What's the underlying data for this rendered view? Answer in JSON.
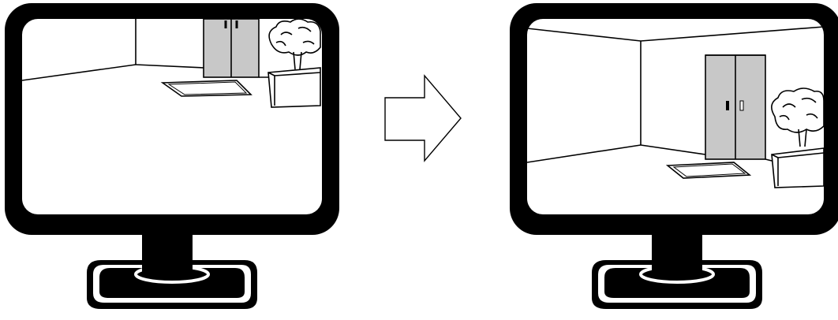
{
  "diagram": {
    "colors": {
      "bezel": "#000000",
      "screen": "#ffffff",
      "line": "#000000",
      "door_fill": "#c8c8c8",
      "background": "#ffffff"
    },
    "monitors": [
      {
        "id": "before",
        "scene": "room-zoomed-in"
      },
      {
        "id": "after",
        "scene": "room-zoomed-out"
      }
    ],
    "arrow": {
      "direction": "right",
      "icon": "outline-arrow-icon"
    }
  }
}
